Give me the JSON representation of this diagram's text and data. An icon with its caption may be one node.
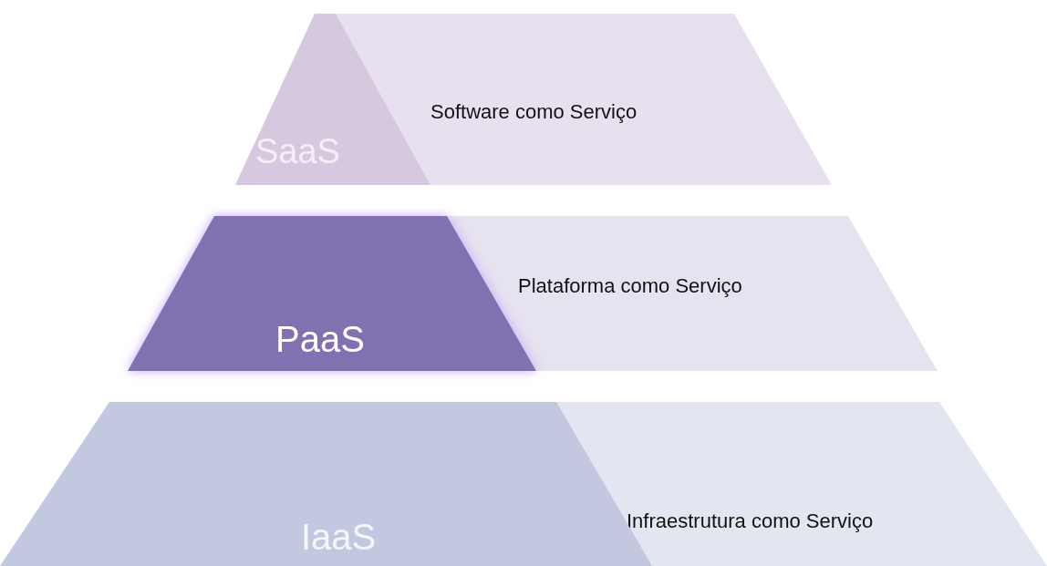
{
  "diagram": {
    "nodes": [
      {
        "text": [
          "Software como Serviço"
        ]
      },
      {
        "text": [
          "SaaS"
        ],
        "in": 0
      },
      {
        "text": [
          "Plataforma como Serviço"
        ]
      },
      {
        "text": [
          "PaaS"
        ],
        "in": 2
      },
      {
        "text": [
          "Infraestrutura como Serviço"
        ]
      },
      {
        "text": [
          "IaaS"
        ],
        "in": 4
      }
    ]
  }
}
